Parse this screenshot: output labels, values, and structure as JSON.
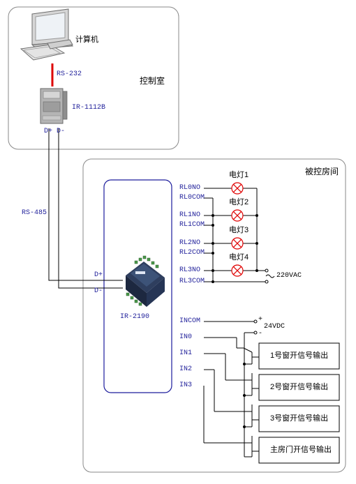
{
  "control_room": {
    "title": "控制室",
    "computer_label": "计算机",
    "link_label": "RS-232",
    "converter_label": "IR-1112B",
    "converter_ports": "D+ D-"
  },
  "bus_label": "RS-485",
  "controlled_room": {
    "title": "被控房间",
    "module_label": "IR-2190",
    "bus_terminals": [
      "D+",
      "D-"
    ],
    "relay_terminals": [
      "RL0NO",
      "RL0COM",
      "RL1NO",
      "RL1COM",
      "RL2NO",
      "RL2COM",
      "RL3NO",
      "RL3COM"
    ],
    "lamps": [
      "电灯1",
      "电灯2",
      "电灯3",
      "电灯4"
    ],
    "ac_supply": "220VAC",
    "input_terminals": [
      "INCOM",
      "IN0",
      "IN1",
      "IN2",
      "IN3"
    ],
    "dc_supply": "24VDC",
    "dc_plus": "+",
    "dc_minus": "-",
    "signal_outputs": [
      "1号窗开信号输出",
      "2号窗开信号输出",
      "3号窗开信号输出",
      "主房门开信号输出"
    ]
  }
}
